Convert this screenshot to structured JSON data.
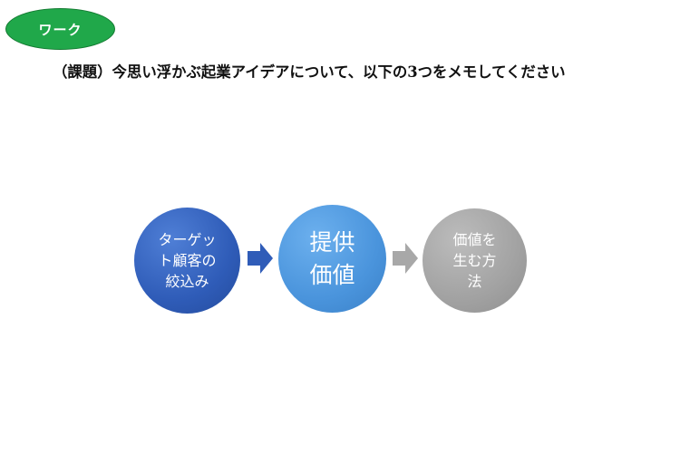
{
  "badge": {
    "label": "ワーク",
    "color": "#20a84a"
  },
  "task": {
    "text": "（課題）今思い浮かぶ起業アイデアについて、以下の3つをメモしてください"
  },
  "flow": {
    "steps": [
      {
        "label": "ターゲッ\nト顧客の\n絞込み",
        "color": "#2f5cb8"
      },
      {
        "label": "提供\n価値",
        "color": "#4a94dc"
      },
      {
        "label": "価値を\n生む方\n法",
        "color": "#a2a2a2"
      }
    ],
    "arrows": [
      {
        "icon": "right-arrow-icon",
        "color": "#2f5cb8"
      },
      {
        "icon": "right-arrow-icon",
        "color": "#a8a8a8"
      }
    ]
  }
}
